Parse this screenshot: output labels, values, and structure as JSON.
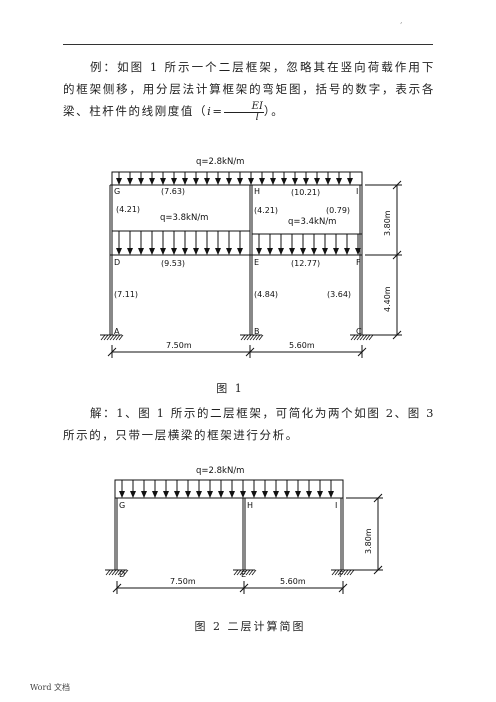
{
  "header": {
    "dot": ","
  },
  "paragraph1": {
    "text_before": "例：如图 1 所示一个二层框架，忽略其在竖向荷载作用下的框架侧移，用分层法计算框架的弯矩图，括号的数字，表示各梁、柱杆件的线刚度值（",
    "formula_lhs": "i",
    "formula_eq": "=",
    "formula_num": "EI",
    "formula_den": "l",
    "text_after": "）。"
  },
  "figure1": {
    "loads": [
      "q=2.8kN/m",
      "q=3.8kN/m",
      "q=3.4kN/m"
    ],
    "nodes": [
      "G",
      "H",
      "I",
      "D",
      "E",
      "F",
      "A",
      "B",
      "C"
    ],
    "stiffness": [
      "(7.63)",
      "(10.21)",
      "(4.21)",
      "(4.21)",
      "(0.79)",
      "(9.53)",
      "(12.77)",
      "(7.11)",
      "(4.84)",
      "(3.64)"
    ],
    "spans": [
      "7.50m",
      "5.60m"
    ],
    "heights": [
      "3.80m",
      "4.40m"
    ],
    "caption": "图 1"
  },
  "paragraph2": {
    "text": "解：1、图 1 所示的二层框架，可简化为两个如图 2、图 3 所示的，只带一层横梁的框架进行分析。"
  },
  "figure2": {
    "load": "q=2.8kN/m",
    "nodes": [
      "G",
      "H",
      "I",
      "D",
      "E",
      "F"
    ],
    "spans": [
      "7.50m",
      "5.60m"
    ],
    "height": "3.80m",
    "caption": "图 2   二层计算简图"
  },
  "footer": {
    "text": "Word 文档"
  }
}
